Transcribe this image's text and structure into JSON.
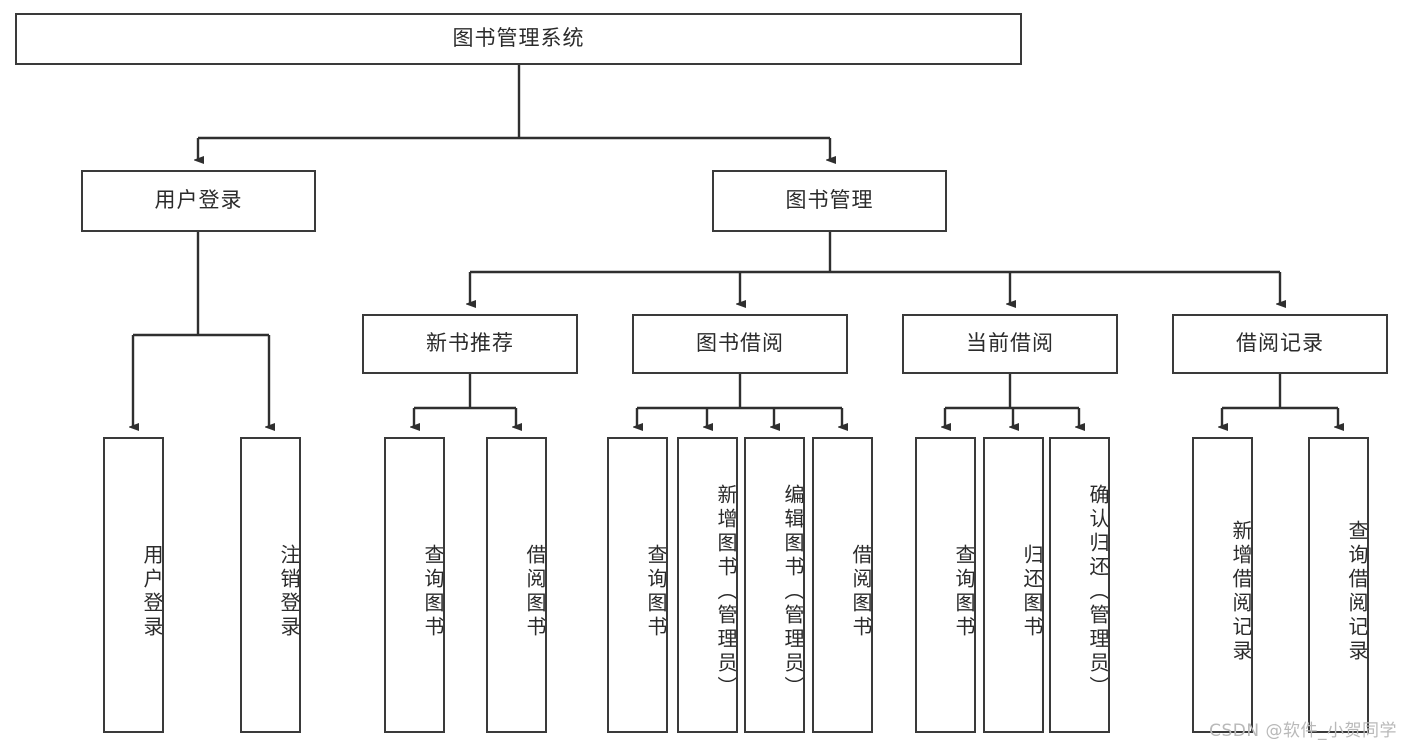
{
  "diagram": {
    "title": "图书管理系统",
    "watermark": "CSDN @软件_小贺同学",
    "colors": {
      "box_border": "#3a3a3a",
      "box_fill": "#ffffff",
      "connector": "#2f2f2f",
      "text": "#2b2b2b",
      "watermark": "#b9b9b9"
    },
    "root": {
      "label": "图书管理系统"
    },
    "level2": [
      {
        "label": "用户登录"
      },
      {
        "label": "图书管理"
      }
    ],
    "level3": [
      {
        "label": "新书推荐"
      },
      {
        "label": "图书借阅"
      },
      {
        "label": "当前借阅"
      },
      {
        "label": "借阅记录"
      }
    ],
    "leaves": {
      "user_login": [
        {
          "label": "用户登录"
        },
        {
          "label": "注销登录"
        }
      ],
      "new_book_recommend": [
        {
          "label": "查询图书"
        },
        {
          "label": "借阅图书"
        }
      ],
      "book_borrow": [
        {
          "label": "查询图书"
        },
        {
          "label": "新增图书（管理员）"
        },
        {
          "label": "编辑图书（管理员）"
        },
        {
          "label": "借阅图书"
        }
      ],
      "current_borrow": [
        {
          "label": "查询图书"
        },
        {
          "label": "归还图书"
        },
        {
          "label": "确认归还（管理员）"
        }
      ],
      "borrow_record": [
        {
          "label": "新增借阅记录"
        },
        {
          "label": "查询借阅记录"
        }
      ]
    }
  }
}
